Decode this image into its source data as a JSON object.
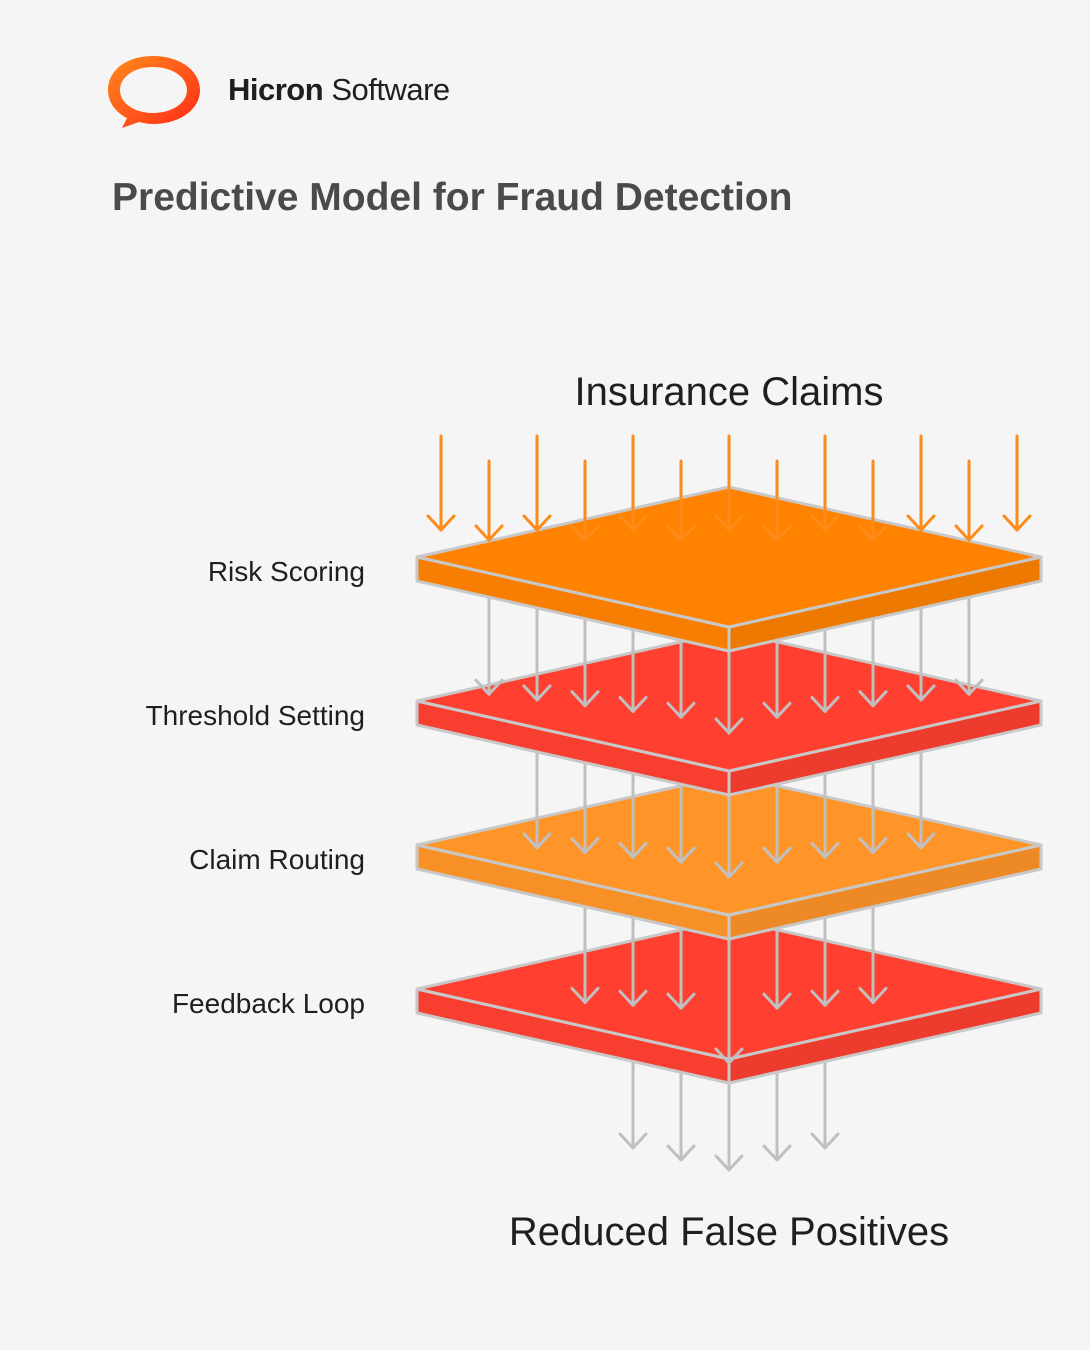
{
  "brand": {
    "name_bold": "Hicron",
    "name_light": "Software",
    "accent": "#ff5a1f"
  },
  "title": "Predictive Model for Fraud Detection",
  "diagram": {
    "input_label": "Insurance Claims",
    "output_label": "Reduced False Positives",
    "layers": [
      {
        "label": "Risk Scoring",
        "color": "#ff8200"
      },
      {
        "label": "Threshold Setting",
        "color": "#ff4030"
      },
      {
        "label": "Claim Routing",
        "color": "#ff9428"
      },
      {
        "label": "Feedback Loop",
        "color": "#ff4030"
      }
    ],
    "arrow_colors": {
      "input": "#ff8c1a",
      "internal": "#c0c0c0"
    }
  }
}
